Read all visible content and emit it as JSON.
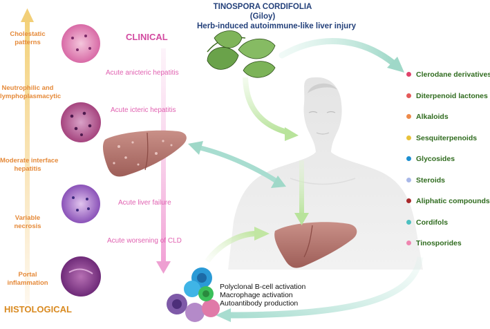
{
  "title": {
    "line1": "TINOSPORA CORDIFOLIA",
    "line2": "(Giloy)",
    "line3": "Herb-induced autoimmune-like liver injury"
  },
  "histological": {
    "heading": "HISTOLOGICAL",
    "items": [
      {
        "lines": [
          "Cholestatic",
          "patterns"
        ]
      },
      {
        "lines": [
          "Neutrophilic and",
          "lymphoplasmacytic"
        ]
      },
      {
        "lines": [
          "Moderate interface",
          "hepatitis"
        ]
      },
      {
        "lines": [
          "Variable",
          "necrosis"
        ]
      },
      {
        "lines": [
          "Portal",
          "inflammation"
        ]
      }
    ]
  },
  "clinical": {
    "heading": "CLINICAL",
    "items": [
      {
        "label": "Acute anicteric hepatitis"
      },
      {
        "label": "Acute icteric hepatitis"
      },
      {
        "label": "Acute liver failure"
      },
      {
        "label": "Acute worsening of CLD"
      }
    ]
  },
  "compounds": [
    {
      "label": "Clerodane derivatives",
      "color": "#e0436b"
    },
    {
      "label": "Diterpenoid lactones",
      "color": "#e45a5a"
    },
    {
      "label": "Alkaloids",
      "color": "#ee8a4a"
    },
    {
      "label": "Sesquiterpenoids",
      "color": "#e8c23a"
    },
    {
      "label": "Glycosides",
      "color": "#1d8fd0"
    },
    {
      "label": "Steroids",
      "color": "#a9b8e8"
    },
    {
      "label": "Aliphatic compounds",
      "color": "#a8282a"
    },
    {
      "label": "Cordifols",
      "color": "#4cc0c0"
    },
    {
      "label": "Tinosporides",
      "color": "#ef86b0"
    }
  ],
  "immune": {
    "lines": [
      "Polyclonal B-cell activation",
      "Macrophage activation",
      "Autoantibody production"
    ]
  }
}
